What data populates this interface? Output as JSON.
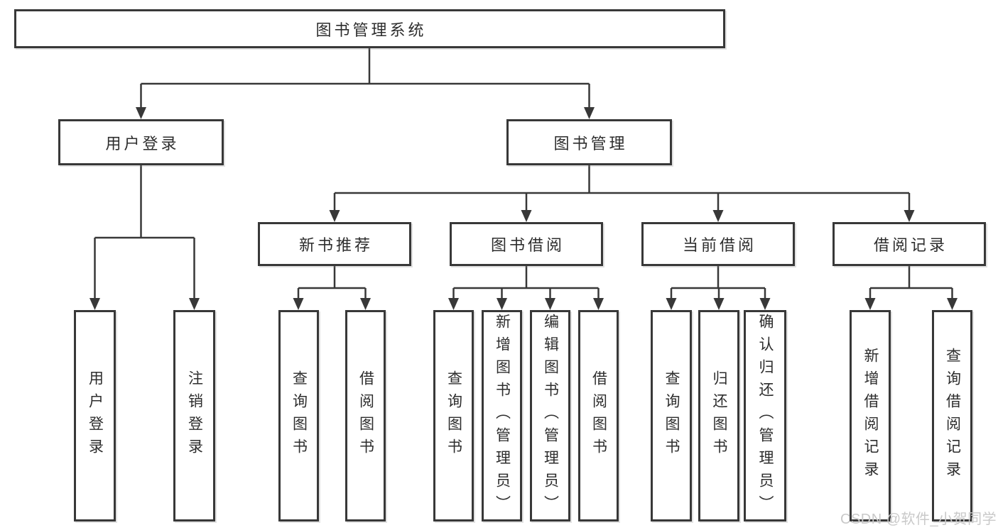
{
  "diagram": {
    "type": "hierarchy",
    "background": "#ffffff",
    "line_color": "#383838",
    "box_border_color": "#383838",
    "text_color": "#2d2d2d"
  },
  "watermark": {
    "text": "CSDN @软件_小贺同学",
    "color": "#c9c9c9"
  },
  "nodes": {
    "root": {
      "label": "图书管理系统"
    },
    "user_login": {
      "label": "用户登录"
    },
    "book_mgmt": {
      "label": "图书管理"
    },
    "new_book_rec": {
      "label": "新书推荐"
    },
    "book_borrow": {
      "label": "图书借阅"
    },
    "current_borrow": {
      "label": "当前借阅"
    },
    "borrow_record": {
      "label": "借阅记录"
    },
    "leaf_user_login": {
      "label": "用户登录"
    },
    "leaf_logout": {
      "label": "注销登录"
    },
    "leaf_query_book_rec": {
      "label": "查询图书"
    },
    "leaf_borrow_book_rec": {
      "label": "借阅图书"
    },
    "leaf_query_book_borrow": {
      "label": "查询图书"
    },
    "leaf_add_book": {
      "label": "新增图书（管理员）"
    },
    "leaf_edit_book": {
      "label": "编辑图书（管理员）"
    },
    "leaf_borrow_book_borrow": {
      "label": "借阅图书"
    },
    "leaf_query_book_current": {
      "label": "查询图书"
    },
    "leaf_return_book": {
      "label": "归还图书"
    },
    "leaf_confirm_return": {
      "label": "确认归还（管理员）"
    },
    "leaf_add_record": {
      "label": "新增借阅记录"
    },
    "leaf_query_record": {
      "label": "查询借阅记录"
    }
  },
  "hierarchy": {
    "图书管理系统": [
      "用户登录",
      "图书管理"
    ],
    "用户登录": [
      "用户登录",
      "注销登录"
    ],
    "图书管理": [
      "新书推荐",
      "图书借阅",
      "当前借阅",
      "借阅记录"
    ],
    "新书推荐": [
      "查询图书",
      "借阅图书"
    ],
    "图书借阅": [
      "查询图书",
      "新增图书（管理员）",
      "编辑图书（管理员）",
      "借阅图书"
    ],
    "当前借阅": [
      "查询图书",
      "归还图书",
      "确认归还（管理员）"
    ],
    "借阅记录": [
      "新增借阅记录",
      "查询借阅记录"
    ]
  }
}
